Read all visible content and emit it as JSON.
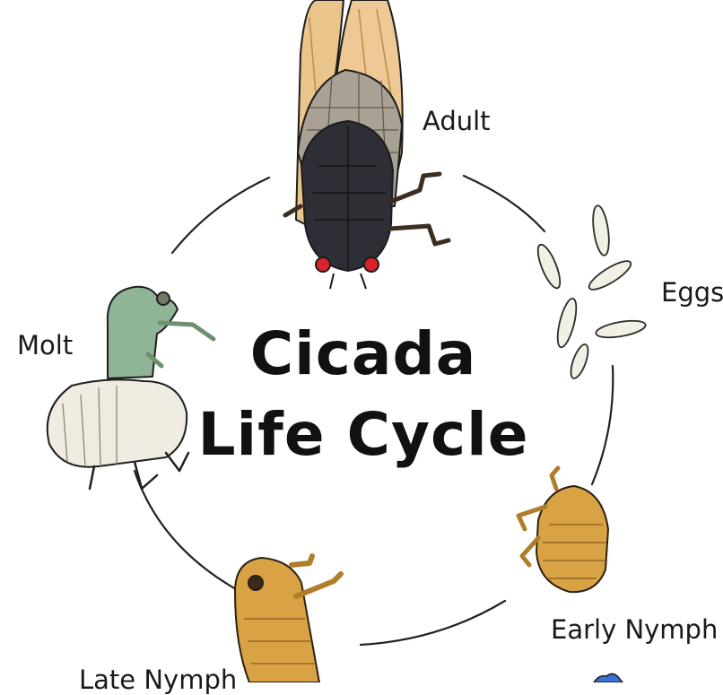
{
  "title": {
    "line1": "Cicada",
    "line2": "Life Cycle"
  },
  "stages": {
    "adult": "Adult",
    "eggs": "Eggs",
    "early_nymph": "Early Nymph",
    "late_nymph": "Late Nymph",
    "molt": "Molt"
  },
  "colors": {
    "adult_body": "#2e2e36",
    "adult_wing": "#e9c58c",
    "adult_eye": "#d8232a",
    "egg": "#f2efe4",
    "nymph": "#d9a245",
    "molt_green": "#8fb596",
    "molt_shell": "#f1ece1",
    "line": "#222222"
  }
}
